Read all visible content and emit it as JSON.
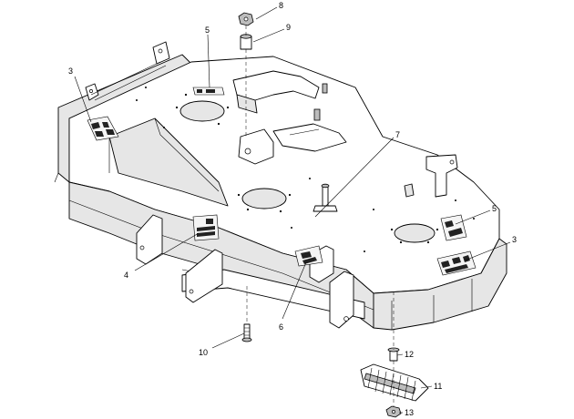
{
  "callouts": [
    {
      "id": "c8",
      "label": "8"
    },
    {
      "id": "c9",
      "label": "9"
    },
    {
      "id": "c5a",
      "label": "5"
    },
    {
      "id": "c3a",
      "label": "3"
    },
    {
      "id": "c7",
      "label": "7"
    },
    {
      "id": "c5b",
      "label": "5"
    },
    {
      "id": "c3b",
      "label": "3"
    },
    {
      "id": "c4",
      "label": "4"
    },
    {
      "id": "c6",
      "label": "6"
    },
    {
      "id": "c10",
      "label": "10"
    },
    {
      "id": "c12",
      "label": "12"
    },
    {
      "id": "c11",
      "label": "11"
    },
    {
      "id": "c13",
      "label": "13"
    }
  ]
}
